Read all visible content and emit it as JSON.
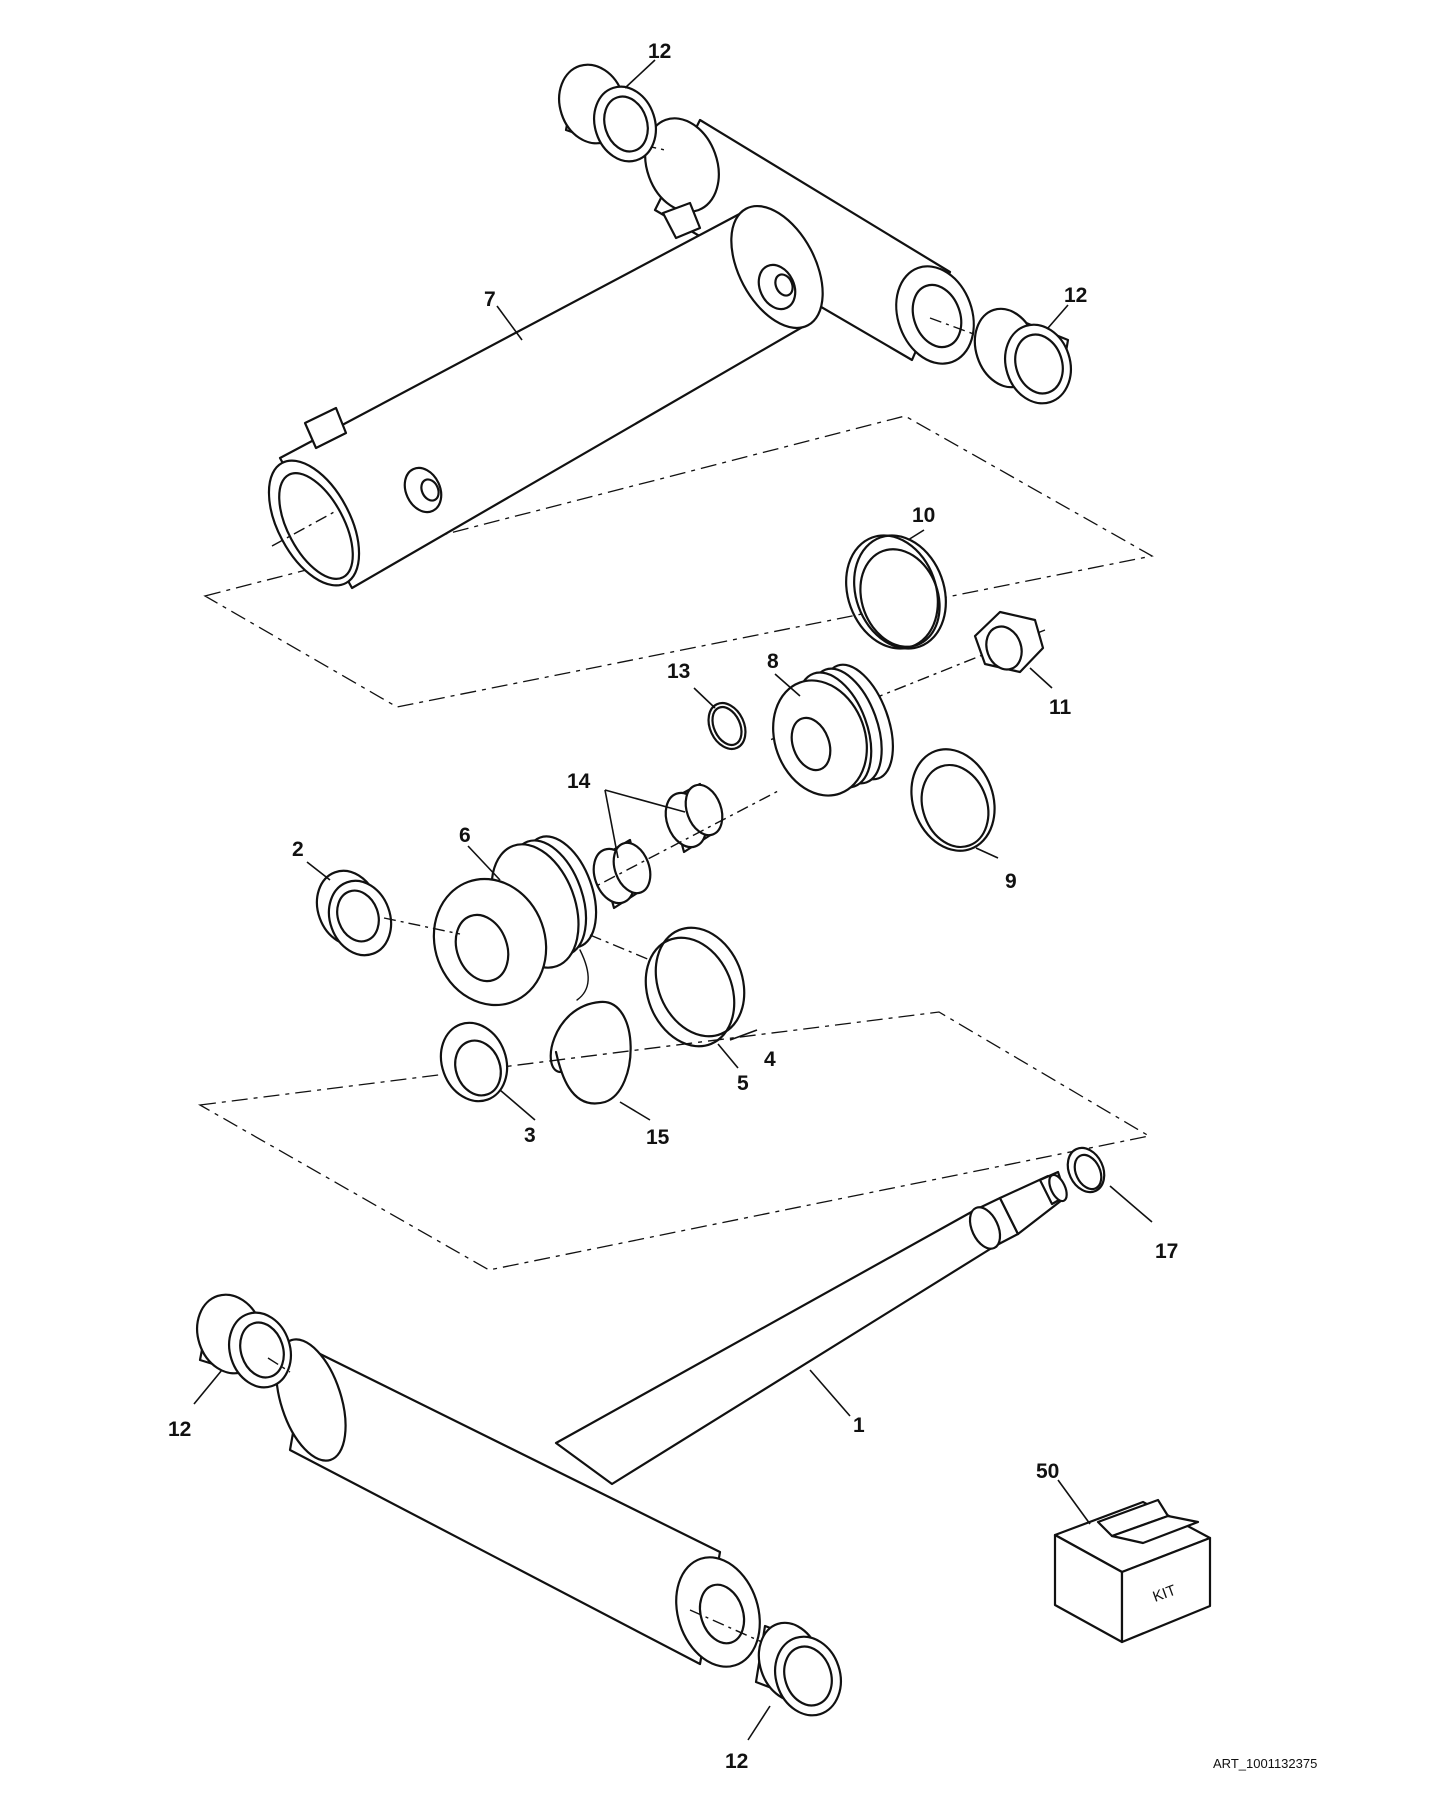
{
  "diagram": {
    "callouts": [
      {
        "id": "c12a",
        "label": "12"
      },
      {
        "id": "c12b",
        "label": "12"
      },
      {
        "id": "c7",
        "label": "7"
      },
      {
        "id": "c10",
        "label": "10"
      },
      {
        "id": "c11",
        "label": "11"
      },
      {
        "id": "c13",
        "label": "13"
      },
      {
        "id": "c8",
        "label": "8"
      },
      {
        "id": "c14",
        "label": "14"
      },
      {
        "id": "c9",
        "label": "9"
      },
      {
        "id": "c2",
        "label": "2"
      },
      {
        "id": "c6",
        "label": "6"
      },
      {
        "id": "c4",
        "label": "4"
      },
      {
        "id": "c5",
        "label": "5"
      },
      {
        "id": "c3",
        "label": "3"
      },
      {
        "id": "c15",
        "label": "15"
      },
      {
        "id": "c17",
        "label": "17"
      },
      {
        "id": "c1",
        "label": "1"
      },
      {
        "id": "c12c",
        "label": "12"
      },
      {
        "id": "c50",
        "label": "50"
      },
      {
        "id": "c12d",
        "label": "12"
      }
    ],
    "kit_box_label": "KIT",
    "art_reference": "ART_1001132375"
  }
}
